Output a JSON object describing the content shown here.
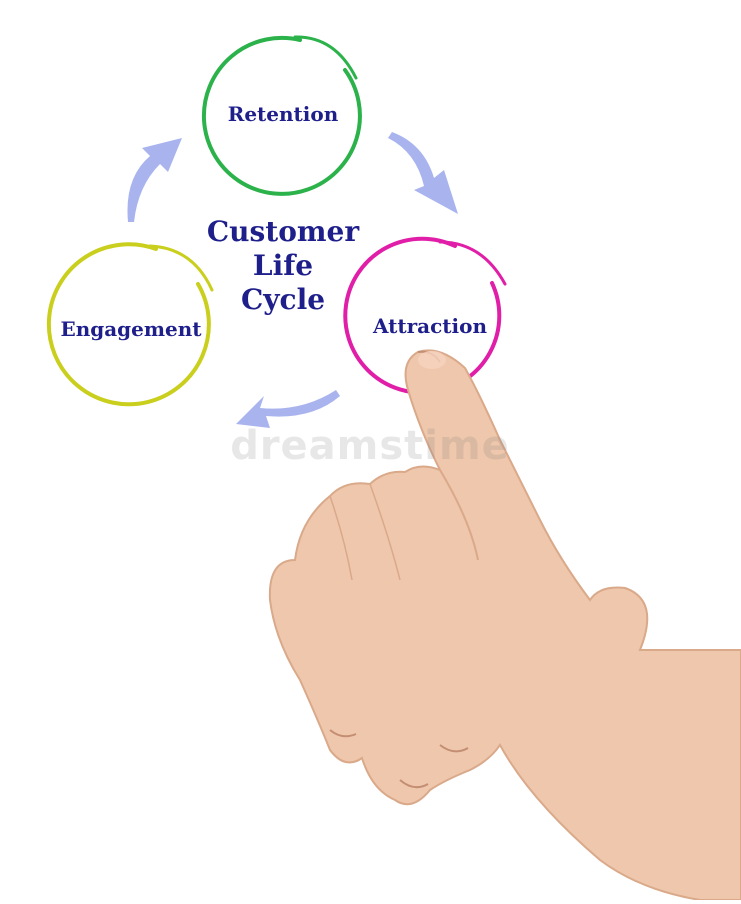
{
  "diagram": {
    "title_lines": [
      "Customer",
      "Life",
      "Cycle"
    ],
    "nodes": [
      {
        "id": "retention",
        "label": "Retention",
        "color": "#2cb24a"
      },
      {
        "id": "attraction",
        "label": "Attraction",
        "color": "#e01ea8"
      },
      {
        "id": "engagement",
        "label": "Engagement",
        "color": "#c9cf1c"
      }
    ],
    "arrow_color": "#a9b4ef",
    "text_color": "#1e1f8a"
  },
  "watermark": "dreamstime",
  "hand": {
    "skin_color": "#efc7ac"
  }
}
